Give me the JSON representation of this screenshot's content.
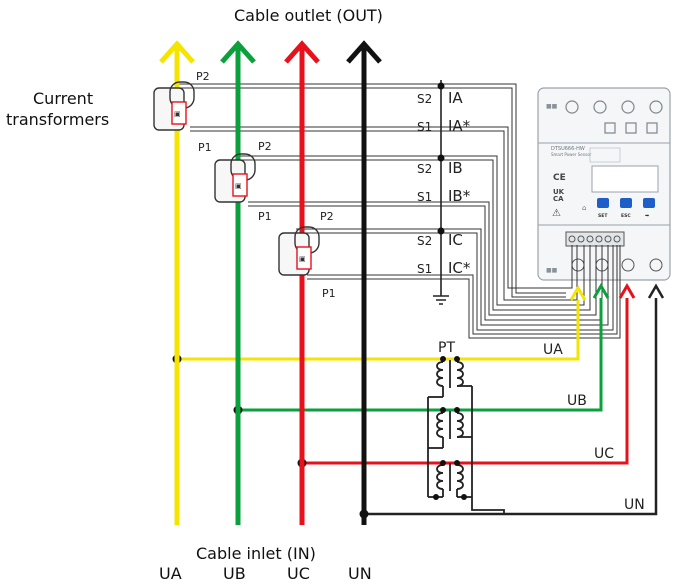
{
  "labels": {
    "outlet": "Cable outlet (OUT)",
    "ct_line1": "Current",
    "ct_line2": "transformers",
    "inlet": "Cable inlet (IN)",
    "pt": "PT"
  },
  "phases": {
    "a": {
      "name": "UA",
      "color": "#f5e400"
    },
    "b": {
      "name": "UB",
      "color": "#0aa03c"
    },
    "c": {
      "name": "UC",
      "color": "#e8101a"
    },
    "n": {
      "name": "UN",
      "color": "#111111"
    }
  },
  "ct_terminals": {
    "p1": "P1",
    "p2": "P2",
    "s1": "S1",
    "s2": "S2",
    "ia": "IA",
    "ia_star": "IA*",
    "ib": "IB",
    "ib_star": "IB*",
    "ic": "IC",
    "ic_star": "IC*"
  },
  "meter": {
    "buttons": [
      "SET",
      "ESC",
      "➡"
    ],
    "marks": [
      "CE",
      "UK CA",
      "⚠"
    ]
  }
}
